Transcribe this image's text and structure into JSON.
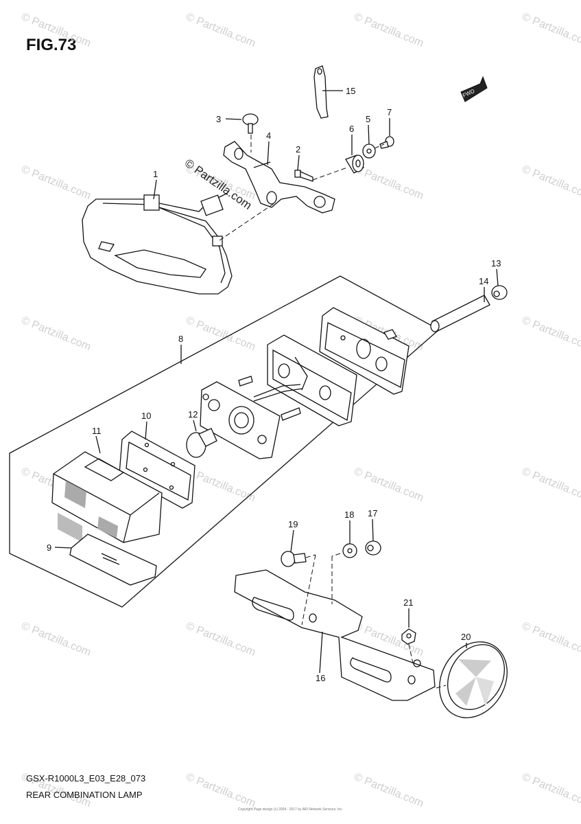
{
  "figure": {
    "title": "FIG.73"
  },
  "footer": {
    "code": "GSX-R1000L3_E03_E28_073",
    "name": "REAR COMBINATION LAMP",
    "copyright_small": "Copyright Page design (c) 2004 - 2017 by ARI Network Services, Inc."
  },
  "watermark": {
    "text": "© Partzilla.com",
    "center_text": "© Partzilla.com"
  },
  "direction_arrow": {
    "label": "FWD"
  },
  "callouts": [
    "1",
    "2",
    "3",
    "4",
    "5",
    "6",
    "7",
    "8",
    "9",
    "10",
    "11",
    "12",
    "13",
    "14",
    "15",
    "16",
    "17",
    "18",
    "19",
    "20",
    "21"
  ]
}
